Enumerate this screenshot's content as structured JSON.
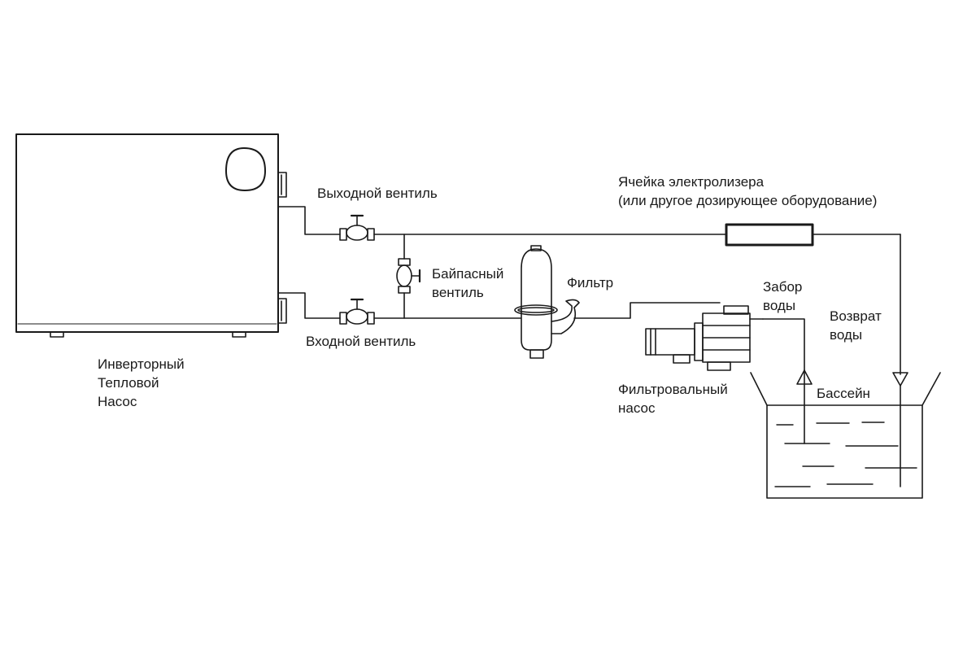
{
  "labels": {
    "outlet_valve": "Выходной вентиль",
    "inlet_valve": "Входной вентиль",
    "bypass_valve": [
      "Байпасный",
      "вентиль"
    ],
    "filter": "Фильтр",
    "electrolyzer": [
      "Ячейка электролизера",
      "(или другое дозирующее оборудование)"
    ],
    "water_intake": [
      "Забор",
      "воды"
    ],
    "water_return": [
      "Возврат",
      "воды"
    ],
    "filter_pump": [
      "Фильтровальный",
      "насос"
    ],
    "pool": "Бассейн",
    "heat_pump": [
      "Инверторный",
      "Тепловой",
      "Насос"
    ]
  },
  "colors": {
    "line": "#1a1a1a",
    "background": "#ffffff"
  }
}
